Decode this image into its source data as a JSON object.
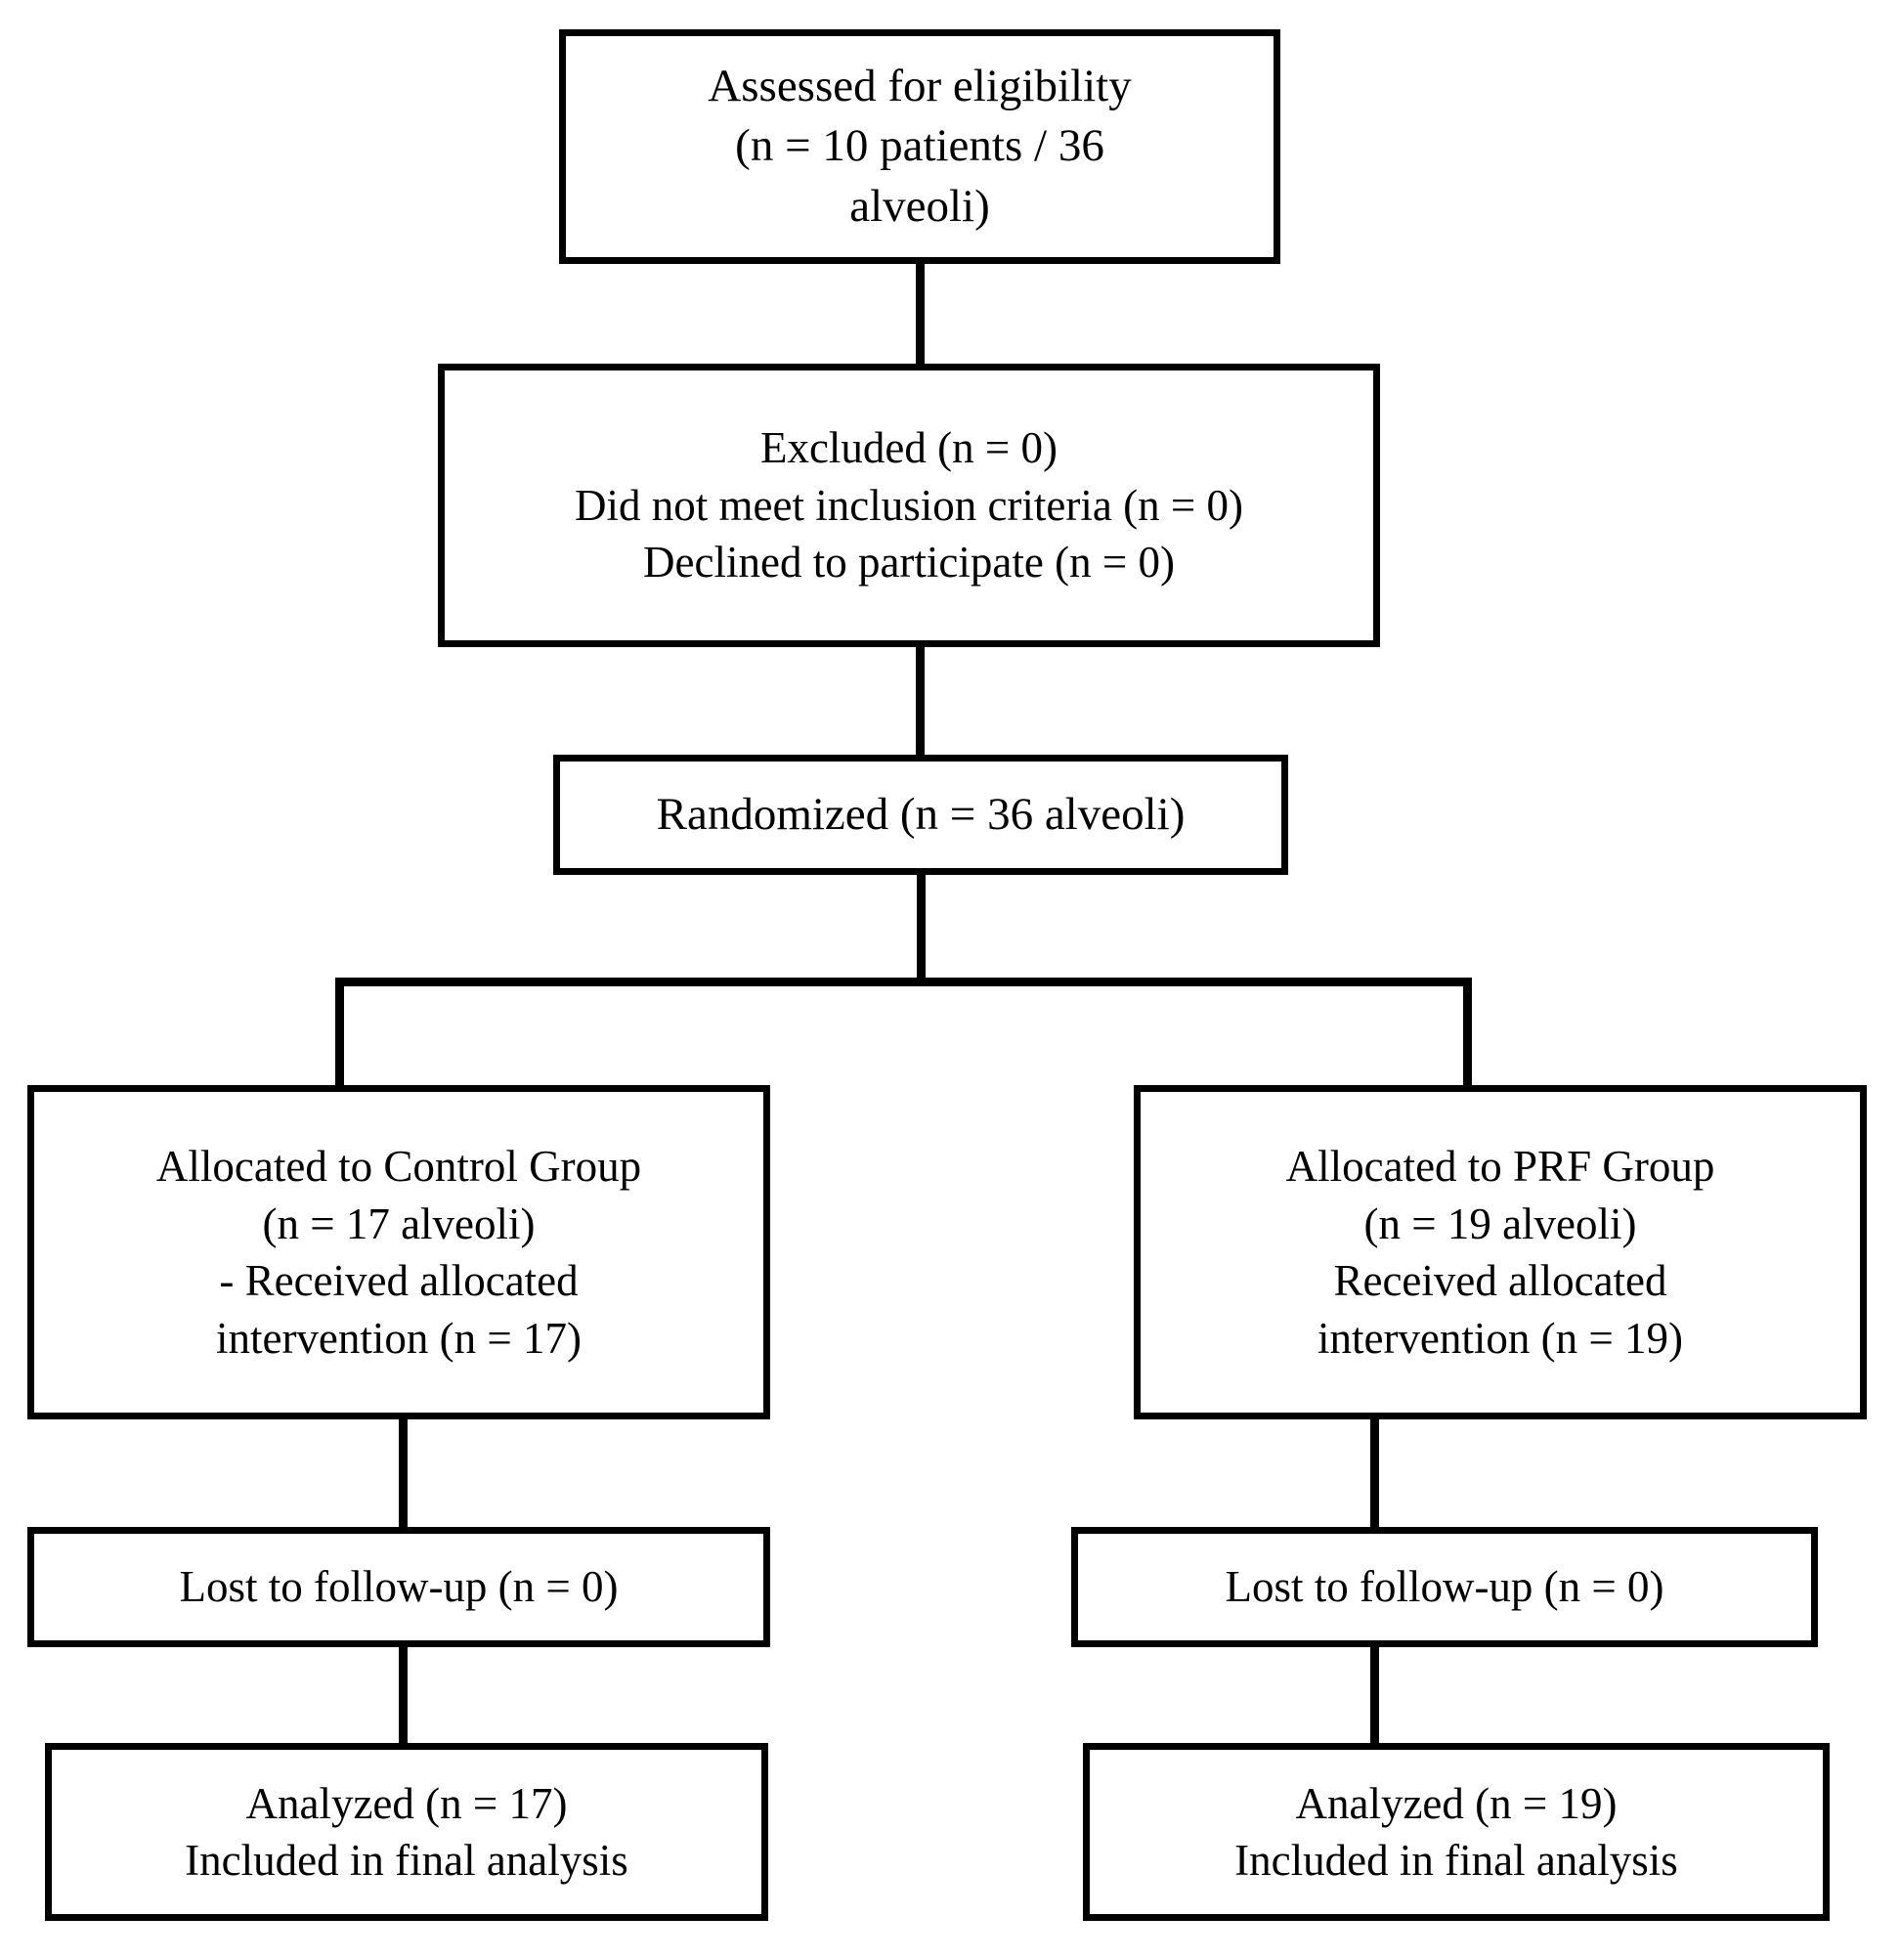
{
  "diagram": {
    "type": "consort-flow-diagram",
    "title": "CONSORT participant flow diagram",
    "colors": {
      "box_border": "#000000",
      "box_fill": "#ffffff",
      "connector": "#000000",
      "text": "#000000",
      "background": "#ffffff"
    }
  },
  "nodes": {
    "eligibility": {
      "name": "Assessed for eligibility",
      "lines": [
        "Assessed for eligibility",
        "(n = 10 patients / 36",
        "alveoli)"
      ]
    },
    "excluded": {
      "name": "Excluded",
      "lines": [
        "Excluded (n = 0)",
        "Did not meet inclusion criteria (n = 0)",
        "Declined to participate (n = 0)"
      ]
    },
    "randomized": {
      "name": "Randomized",
      "lines": [
        "Randomized (n = 36 alveoli)"
      ]
    },
    "control_allocation": {
      "name": "Allocated to Control Group",
      "lines": [
        "Allocated to Control Group",
        "(n = 17 alveoli)",
        "- Received allocated",
        "intervention (n = 17)"
      ]
    },
    "prf_allocation": {
      "name": "Allocated to PRF Group",
      "lines": [
        "Allocated to PRF Group",
        "(n = 19 alveoli)",
        "Received allocated",
        "intervention (n = 19)"
      ]
    },
    "control_followup": {
      "name": "Lost to follow-up control",
      "lines": [
        "Lost to follow-up (n = 0)"
      ]
    },
    "prf_followup": {
      "name": "Lost to follow-up PRF",
      "lines": [
        "Lost to follow-up (n = 0)"
      ]
    },
    "control_analysis": {
      "name": "Analyzed control",
      "lines": [
        "Analyzed (n = 17)",
        "Included in final analysis"
      ]
    },
    "prf_analysis": {
      "name": "Analyzed PRF",
      "lines": [
        "Analyzed (n = 19)",
        "Included in final analysis"
      ]
    }
  },
  "counts": {
    "patients_assessed": 10,
    "alveoli_assessed": 36,
    "excluded": 0,
    "did_not_meet_inclusion": 0,
    "declined": 0,
    "randomized_alveoli": 36,
    "control_allocated": 17,
    "control_received": 17,
    "control_lost": 0,
    "control_analyzed": 17,
    "prf_allocated": 19,
    "prf_received": 19,
    "prf_lost": 0,
    "prf_analyzed": 19
  }
}
